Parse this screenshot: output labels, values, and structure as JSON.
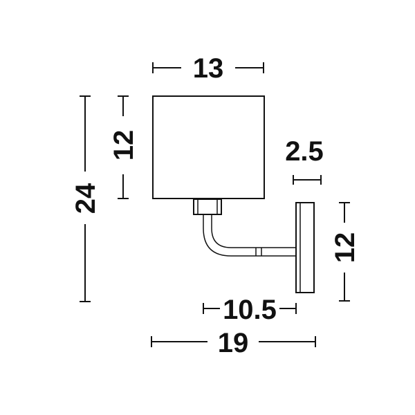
{
  "dimensions": {
    "shade_width": "13",
    "shade_height": "12",
    "total_height": "24",
    "arm_gap": "2.5",
    "backplate_height": "12",
    "projection": "10.5",
    "total_depth": "19"
  },
  "colors": {
    "line": "#111111",
    "background": "#ffffff"
  }
}
